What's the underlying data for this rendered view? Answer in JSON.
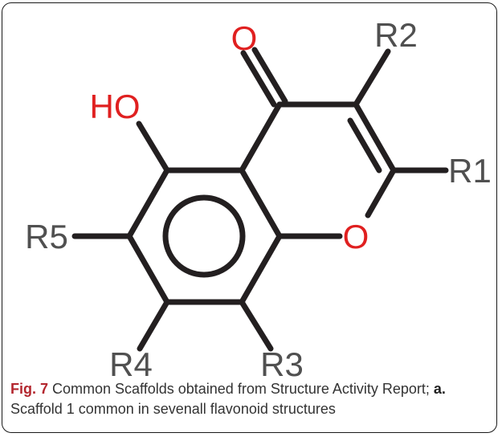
{
  "diagram": {
    "atoms": {
      "carbonyl_oxygen": "O",
      "hydroxyl": "HO",
      "ring_oxygen": "O",
      "r1": "R1",
      "r2": "R2",
      "r3": "R3",
      "r4": "R4",
      "r5": "R5"
    },
    "colors": {
      "bond": "#231f20",
      "heteroatom": "#e02020",
      "substituent": "#505050"
    }
  },
  "caption": {
    "fig_label": "Fig. 7",
    "text_main": " Common Scaffolds obtained from Structure Activity Report; ",
    "panel_label": "a.",
    "text_panel": " Scaffold 1 common in sevenall flavonoid structures"
  }
}
